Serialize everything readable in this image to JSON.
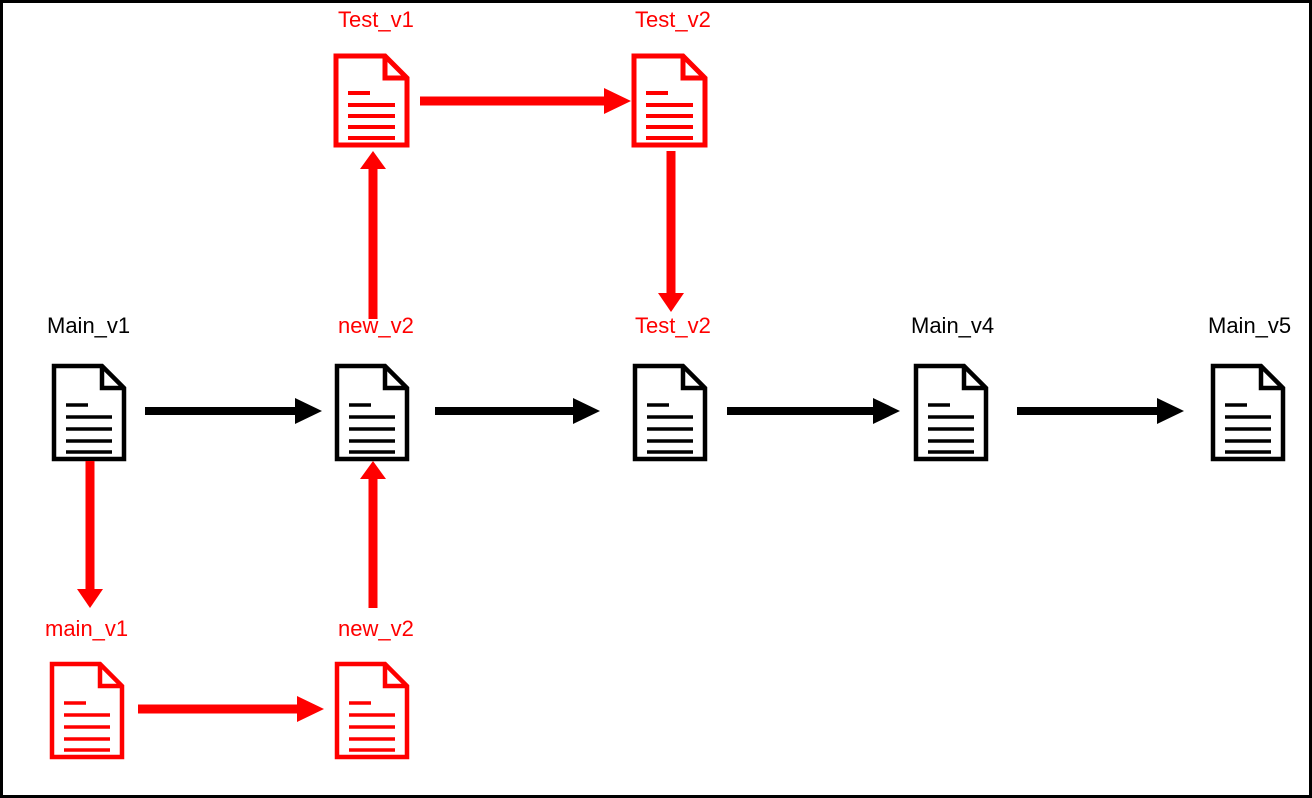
{
  "diagram": {
    "title": "Document version branching diagram",
    "colors": {
      "black": "#000000",
      "red": "#ff0000",
      "background": "#ffffff",
      "border": "#000000"
    },
    "nodes": [
      {
        "id": "test_v1_top",
        "label": "Test_v1",
        "color": "#ff0000",
        "icon": "document-icon",
        "row": "top",
        "column": 2
      },
      {
        "id": "test_v2_top",
        "label": "Test_v2",
        "color": "#ff0000",
        "icon": "document-icon",
        "row": "top",
        "column": 3
      },
      {
        "id": "main_v1_mid",
        "label": "Main_v1",
        "color": "#000000",
        "icon": "document-icon",
        "row": "middle",
        "column": 1
      },
      {
        "id": "new_v2_mid",
        "label": "new_v2",
        "color": "#ff0000",
        "icon": "document-icon",
        "row": "middle",
        "column": 2
      },
      {
        "id": "test_v2_mid",
        "label": "Test_v2",
        "color": "#ff0000",
        "icon": "document-icon",
        "row": "middle",
        "column": 3
      },
      {
        "id": "main_v4_mid",
        "label": "Main_v4",
        "color": "#000000",
        "icon": "document-icon",
        "row": "middle",
        "column": 4
      },
      {
        "id": "main_v5_mid",
        "label": "Main_v5",
        "color": "#000000",
        "icon": "document-icon",
        "row": "middle",
        "column": 5
      },
      {
        "id": "main_v1_bot",
        "label": "main_v1",
        "color": "#ff0000",
        "icon": "document-icon",
        "row": "bottom",
        "column": 1
      },
      {
        "id": "new_v2_bot",
        "label": "new_v2",
        "color": "#ff0000",
        "icon": "document-icon",
        "row": "bottom",
        "column": 2
      }
    ],
    "arrows": [
      {
        "id": "a1",
        "from": "test_v1_top",
        "to": "test_v2_top",
        "color": "#ff0000",
        "direction": "right"
      },
      {
        "id": "a2",
        "from": "new_v2_mid",
        "to": "test_v1_top",
        "color": "#ff0000",
        "direction": "up"
      },
      {
        "id": "a3",
        "from": "test_v2_top",
        "to": "test_v2_mid",
        "color": "#ff0000",
        "direction": "down"
      },
      {
        "id": "a4",
        "from": "main_v1_mid",
        "to": "new_v2_mid",
        "color": "#000000",
        "direction": "right"
      },
      {
        "id": "a5",
        "from": "new_v2_mid",
        "to": "test_v2_mid",
        "color": "#000000",
        "direction": "right"
      },
      {
        "id": "a6",
        "from": "test_v2_mid",
        "to": "main_v4_mid",
        "color": "#000000",
        "direction": "right"
      },
      {
        "id": "a7",
        "from": "main_v4_mid",
        "to": "main_v5_mid",
        "color": "#000000",
        "direction": "right"
      },
      {
        "id": "a8",
        "from": "main_v1_mid",
        "to": "main_v1_bot",
        "color": "#ff0000",
        "direction": "down"
      },
      {
        "id": "a9",
        "from": "new_v2_bot",
        "to": "new_v2_mid",
        "color": "#ff0000",
        "direction": "up"
      },
      {
        "id": "a10",
        "from": "main_v1_bot",
        "to": "new_v2_bot",
        "color": "#ff0000",
        "direction": "right"
      }
    ]
  }
}
